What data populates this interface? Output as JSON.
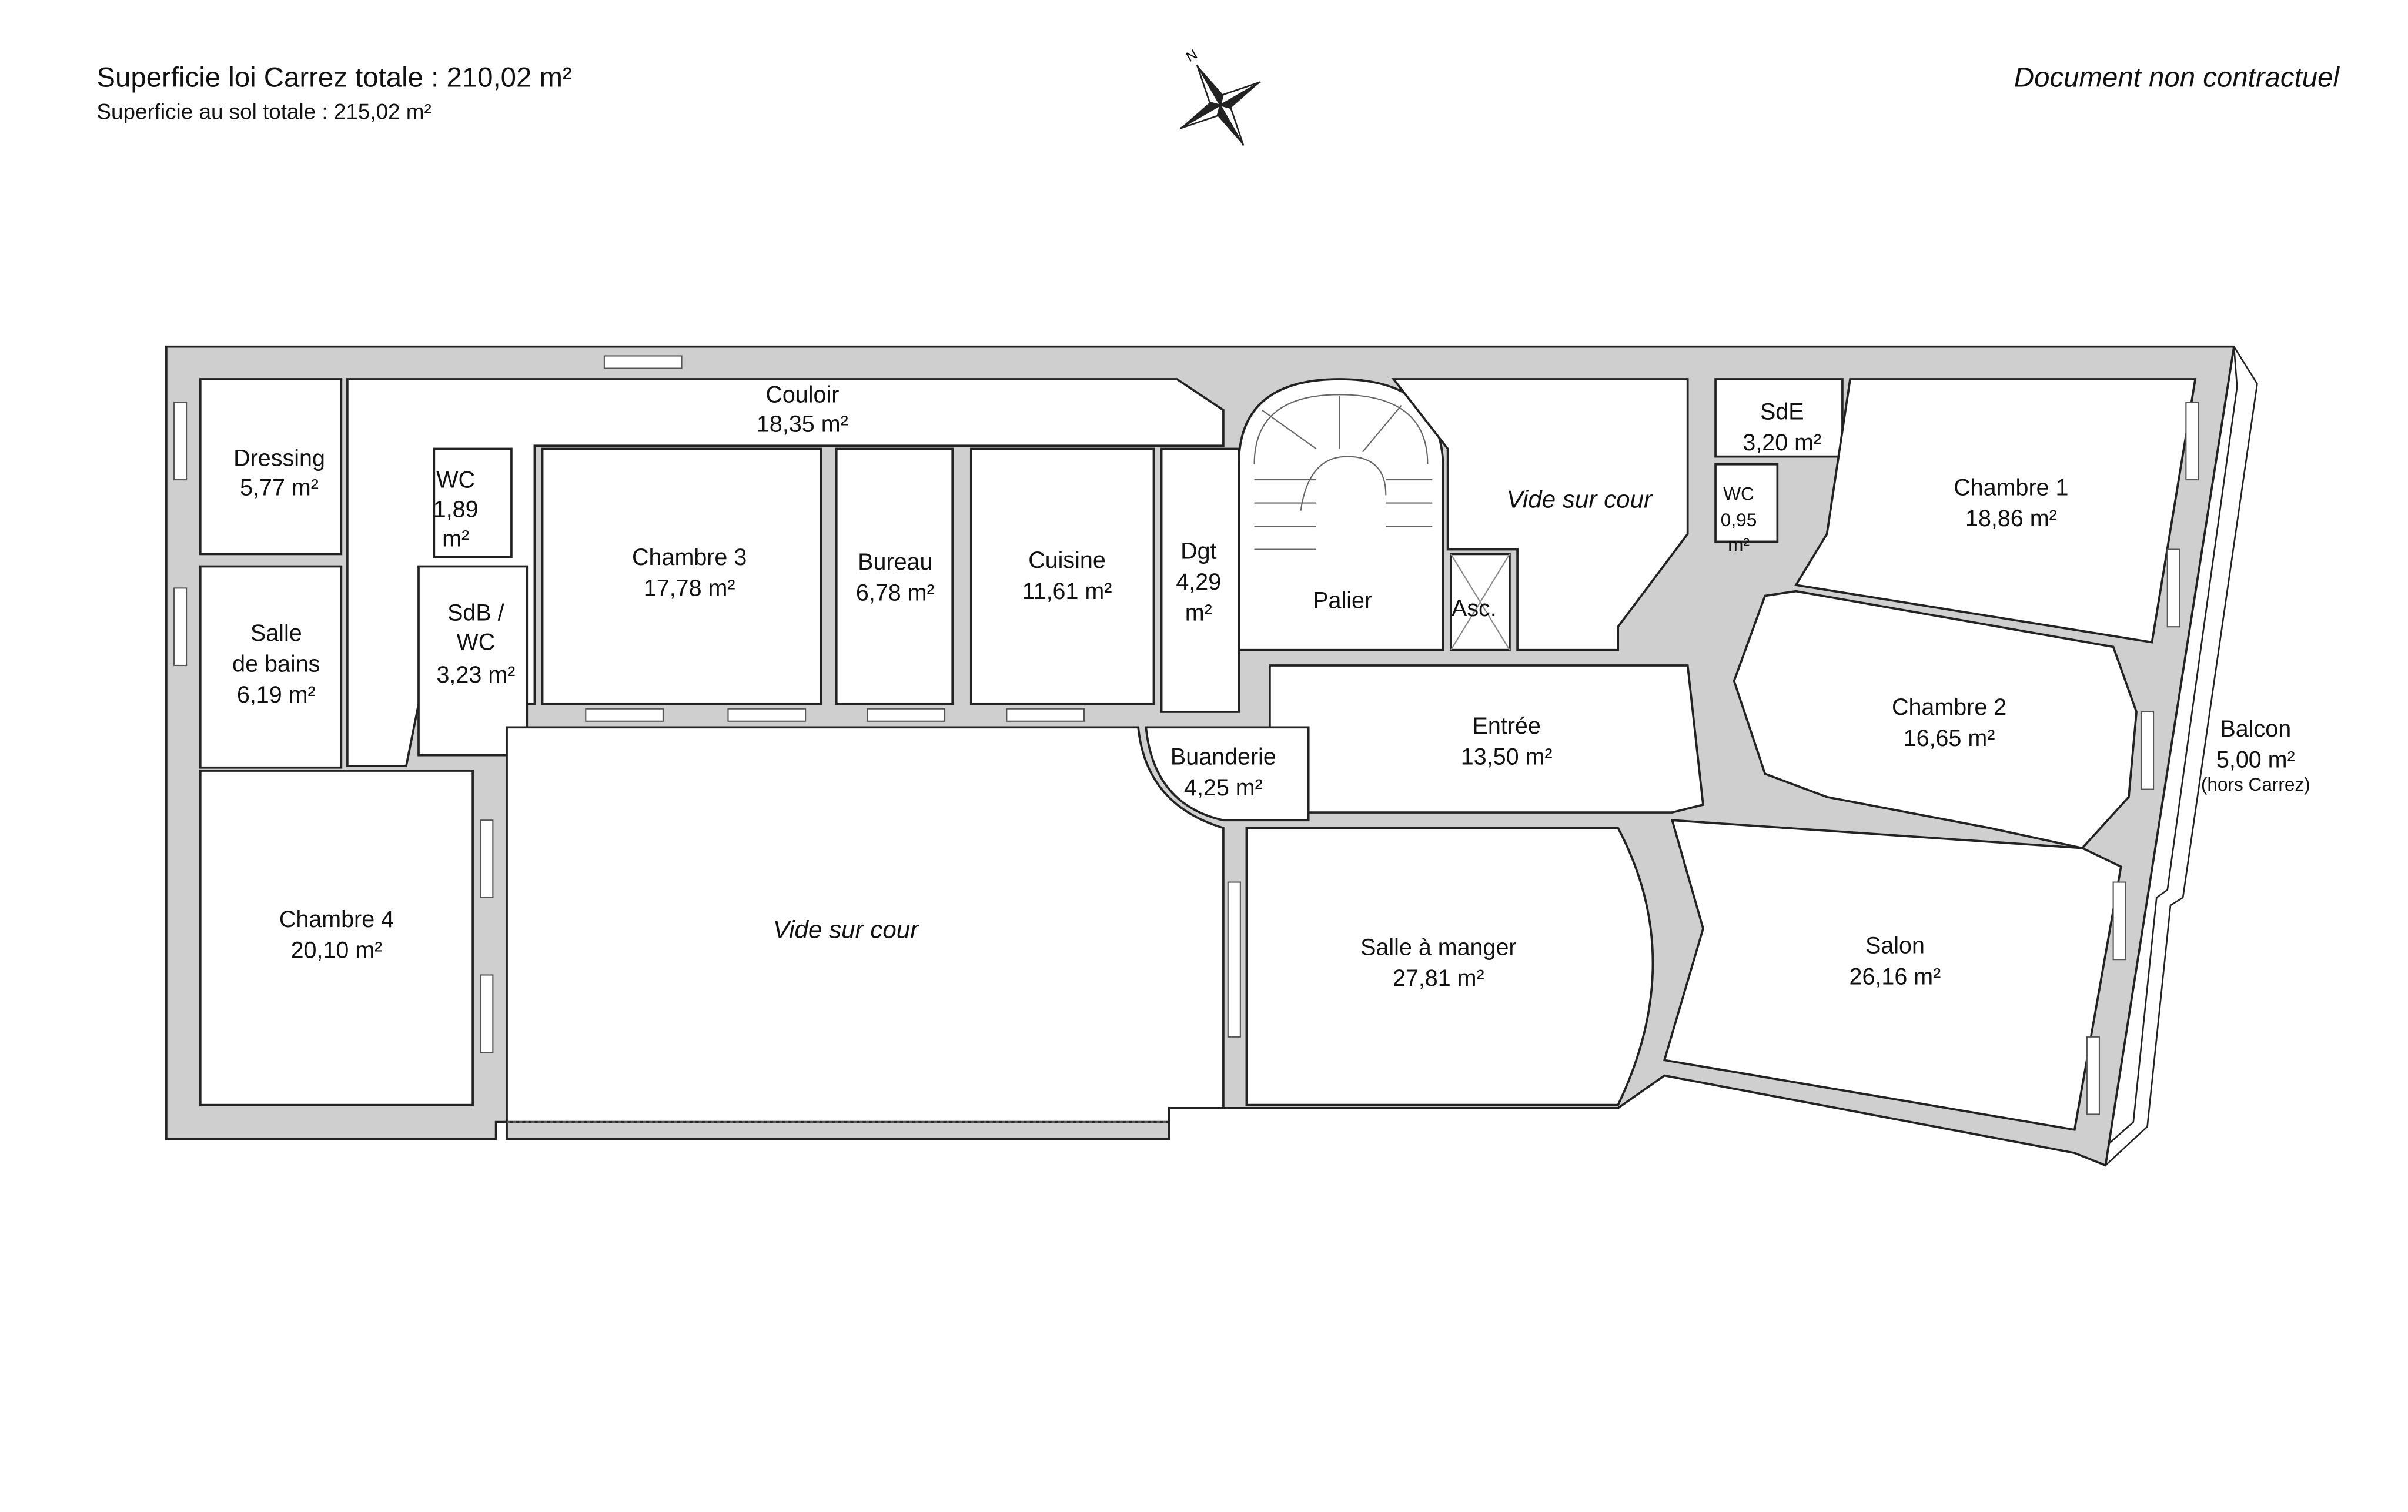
{
  "header": {
    "carrez_total": "Superficie loi Carrez totale :  210,02 m²",
    "sol_total": "Superficie au sol totale :  215,02 m²",
    "disclaimer": "Document non contractuel",
    "compass_letter": "N"
  },
  "rooms": {
    "couloir": [
      "Couloir",
      "18,35 m²"
    ],
    "dressing": [
      "Dressing",
      "5,77 m²"
    ],
    "wc1": [
      "WC",
      "1,89",
      "m²"
    ],
    "sdb_wc": [
      "SdB /",
      "WC",
      "3,23 m²"
    ],
    "salle_bains": [
      "Salle",
      "de bains",
      "6,19 m²"
    ],
    "chambre3": [
      "Chambre 3",
      "17,78 m²"
    ],
    "bureau": [
      "Bureau",
      "6,78 m²"
    ],
    "cuisine": [
      "Cuisine",
      "11,61 m²"
    ],
    "dgt": [
      "Dgt",
      "4,29",
      "m²"
    ],
    "palier": [
      "Palier"
    ],
    "asc": [
      "Asc."
    ],
    "vide_right": [
      "Vide sur cour"
    ],
    "sde": [
      "SdE",
      "3,20 m²"
    ],
    "wc2": [
      "WC",
      "0,95",
      "m²"
    ],
    "chambre1": [
      "Chambre 1",
      "18,86 m²"
    ],
    "chambre2": [
      "Chambre 2",
      "16,65 m²"
    ],
    "entree": [
      "Entrée",
      "13,50 m²"
    ],
    "buanderie": [
      "Buanderie",
      "4,25 m²"
    ],
    "chambre4": [
      "Chambre 4",
      "20,10 m²"
    ],
    "vide_left": [
      "Vide sur cour"
    ],
    "salle_manger": [
      "Salle à manger",
      "27,81 m²"
    ],
    "salon": [
      "Salon",
      "26,16 m²"
    ],
    "balcon": [
      "Balcon",
      "5,00 m²",
      "(hors Carrez)"
    ]
  }
}
